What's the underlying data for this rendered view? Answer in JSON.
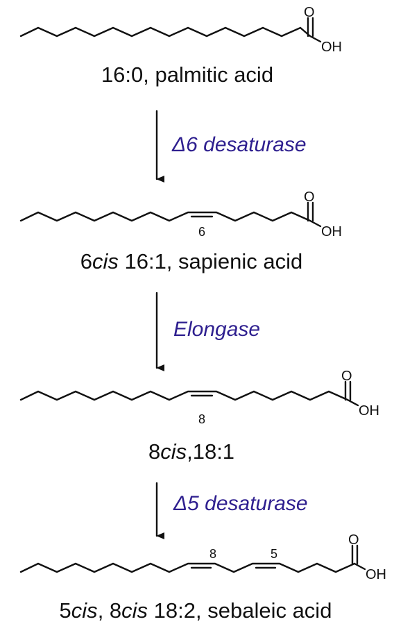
{
  "compounds": [
    {
      "name_parts": [
        {
          "text": "16:0, palmitic acid",
          "italic": false
        }
      ],
      "carbonyl_o": "O",
      "hydroxyl": "OH",
      "double_bond_positions": []
    },
    {
      "name_parts": [
        {
          "text": "6",
          "italic": false
        },
        {
          "text": "cis",
          "italic": true
        },
        {
          "text": " 16:1, sapienic acid",
          "italic": false
        }
      ],
      "carbonyl_o": "O",
      "hydroxyl": "OH",
      "double_bond_positions": [
        "6"
      ]
    },
    {
      "name_parts": [
        {
          "text": "8",
          "italic": false
        },
        {
          "text": "cis",
          "italic": true
        },
        {
          "text": ",18:1",
          "italic": false
        }
      ],
      "carbonyl_o": "O",
      "hydroxyl": "OH",
      "double_bond_positions": [
        "8"
      ]
    },
    {
      "name_parts": [
        {
          "text": "5",
          "italic": false
        },
        {
          "text": "cis",
          "italic": true
        },
        {
          "text": ", 8",
          "italic": false
        },
        {
          "text": "cis",
          "italic": true
        },
        {
          "text": " 18:2, sebaleic acid",
          "italic": false
        }
      ],
      "carbonyl_o": "O",
      "hydroxyl": "OH",
      "double_bond_positions": [
        "8",
        "5"
      ]
    }
  ],
  "steps": [
    {
      "enzyme": "Δ6 desaturase"
    },
    {
      "enzyme": "Elongase"
    },
    {
      "enzyme": "Δ5 desaturase"
    }
  ],
  "colors": {
    "enzyme_text": "#2e1f8f",
    "structure": "#111111"
  }
}
